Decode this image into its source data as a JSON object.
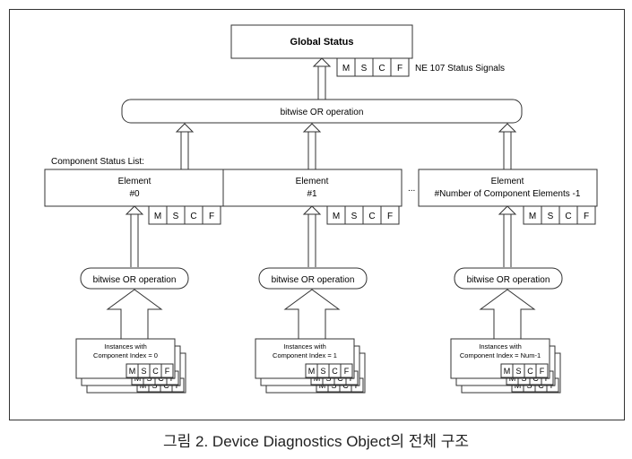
{
  "global_status": {
    "title": "Global Status",
    "signal_label": "NE 107 Status Signals"
  },
  "flags": [
    "M",
    "S",
    "C",
    "F"
  ],
  "top_or": "bitwise OR operation",
  "component_list_label": "Component Status List:",
  "ellipsis": "...",
  "elements": [
    {
      "line1": "Element",
      "line2": "#0"
    },
    {
      "line1": "Element",
      "line2": "#1"
    },
    {
      "line1": "Element",
      "line2": "#Number of Component Elements -1"
    }
  ],
  "mid_or": "bitwise OR operation",
  "instances": [
    {
      "line1": "Instances with",
      "line2": "Component Index = 0"
    },
    {
      "line1": "Instances with",
      "line2": "Component Index = 1"
    },
    {
      "line1": "Instances with",
      "line2": "Component Index = Num-1"
    }
  ],
  "caption": "그림 2. Device Diagnostics Object의 전체 구조"
}
